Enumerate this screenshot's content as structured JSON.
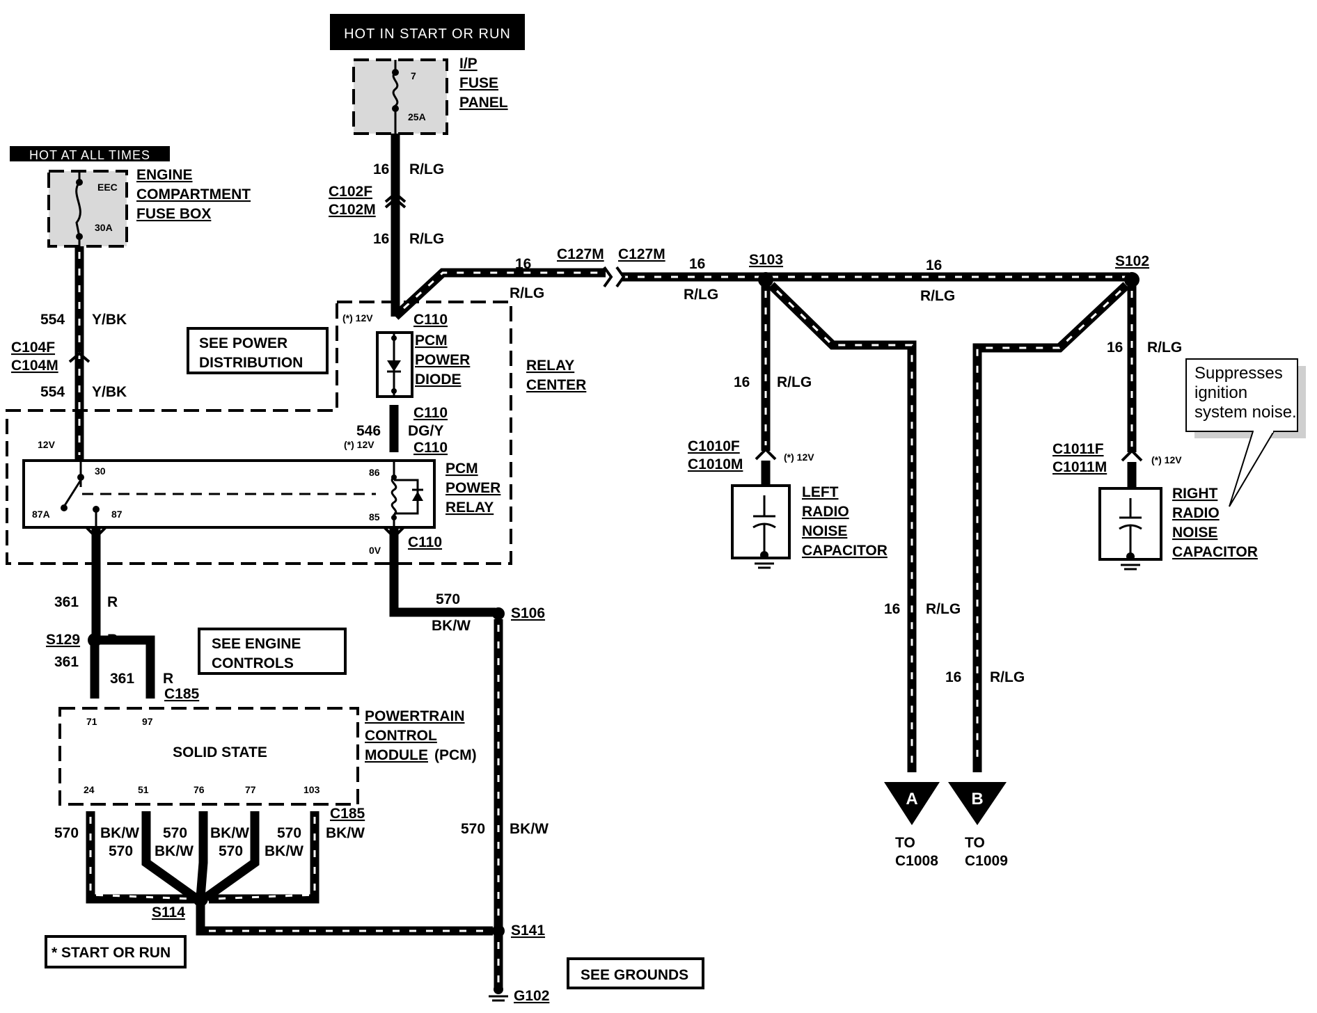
{
  "headers": {
    "hot_start_run": "HOT IN START OR RUN",
    "hot_all_times": "HOT AT ALL TIMES"
  },
  "fuse_panel": {
    "fuse_num": "7",
    "rating": "25A",
    "name_line1": "I/P",
    "name_line2": "FUSE",
    "name_line3": "PANEL"
  },
  "engine_fuse": {
    "fuse_num": "EEC",
    "rating": "30A",
    "name_line1": "ENGINE",
    "name_line2": "COMPARTMENT",
    "name_line3": "FUSE BOX"
  },
  "wires": {
    "g16": "16",
    "rlg": "R/LG",
    "w554": "554",
    "ybk": "Y/BK",
    "w546": "546",
    "dgy": "DG/Y",
    "w361": "361",
    "r": "R",
    "w570": "570",
    "bkw": "BK/W"
  },
  "connectors": {
    "c102f": "C102F",
    "c102m": "C102M",
    "c104f": "C104F",
    "c104m": "C104M",
    "c110": "C110",
    "c127m": "C127M",
    "c185": "C185",
    "c1010f": "C1010F",
    "c1010m": "C1010M",
    "c1011f": "C1011F",
    "c1011m": "C1011M"
  },
  "splices": {
    "s103": "S103",
    "s102": "S102",
    "s106": "S106",
    "s129": "S129",
    "s114": "S114",
    "s141": "S141",
    "g102": "G102"
  },
  "voltages": {
    "star12v": "(*) 12V",
    "v12": "12V",
    "v0": "0V"
  },
  "relay_pins": {
    "p30": "30",
    "p87a": "87A",
    "p87": "87",
    "p86": "86",
    "p85": "85"
  },
  "pcm_pins_top": [
    "71",
    "97"
  ],
  "pcm_pins_bottom": [
    "24",
    "51",
    "76",
    "77",
    "103"
  ],
  "components": {
    "see_power_dist_1": "SEE POWER",
    "see_power_dist_2": "DISTRIBUTION",
    "pcm_power_diode_1": "PCM",
    "pcm_power_diode_2": "POWER",
    "pcm_power_diode_3": "DIODE",
    "relay_center_1": "RELAY",
    "relay_center_2": "CENTER",
    "pcm_power_relay_1": "PCM",
    "pcm_power_relay_2": "POWER",
    "pcm_power_relay_3": "RELAY",
    "see_engine_controls_1": "SEE ENGINE",
    "see_engine_controls_2": "CONTROLS",
    "pcm_1": "POWERTRAIN",
    "pcm_2": "CONTROL",
    "pcm_3": "MODULE",
    "pcm_3b": "(PCM)",
    "solid_state": "SOLID STATE",
    "left_cap_1": "LEFT",
    "left_cap_2": "RADIO",
    "left_cap_3": "NOISE",
    "left_cap_4": "CAPACITOR",
    "right_cap_1": "RIGHT",
    "right_cap_2": "RADIO",
    "right_cap_3": "NOISE",
    "right_cap_4": "CAPACITOR",
    "start_or_run_note": "* START OR RUN",
    "see_grounds": "SEE GROUNDS"
  },
  "callout": {
    "line1": "Suppresses",
    "line2": "ignition",
    "line3": "system noise."
  },
  "off_page": {
    "a_letter": "A",
    "b_letter": "B",
    "to": "TO",
    "a_dest": "C1008",
    "b_dest": "C1009"
  }
}
